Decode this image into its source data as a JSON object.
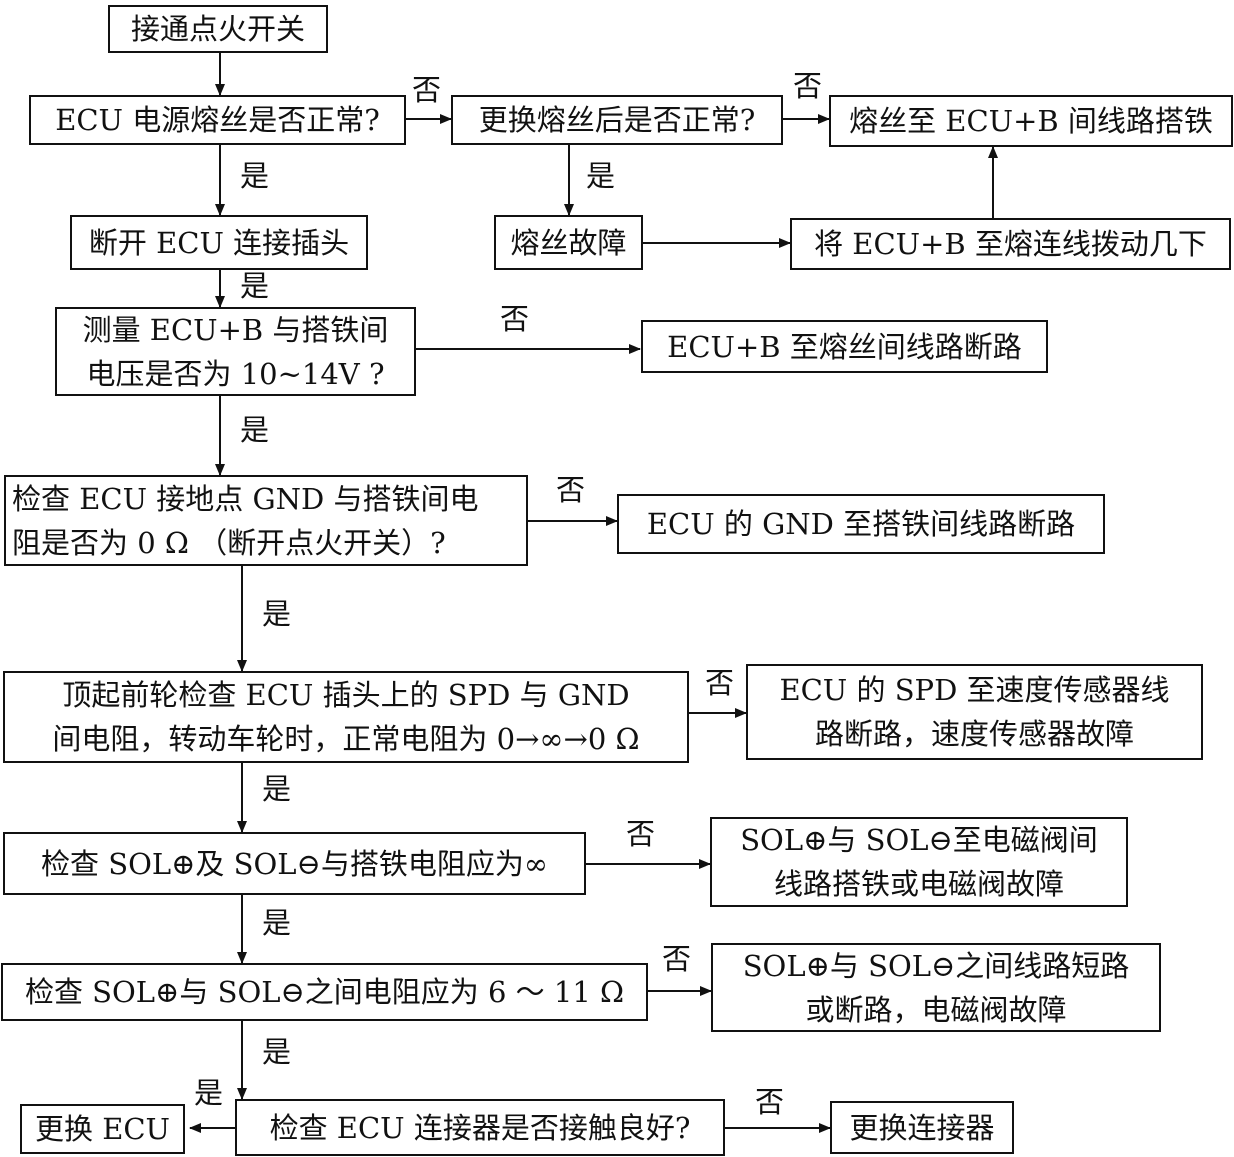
{
  "colors": {
    "stroke": "#111111",
    "background": "#ffffff"
  },
  "nodes": {
    "start": "接通点火开关",
    "fuse_check": "ECU 电源熔丝是否正常?",
    "replace_fuse_check": "更换熔丝后是否正常?",
    "fuse_to_ecu_short": "熔丝至 ECU+B 间线路搭铁",
    "disconnect_ecu": "断开 ECU 连接插头",
    "fuse_fault": "熔丝故障",
    "wiggle_wire": "将 ECU+B 至熔连线拨动几下",
    "measure_voltage": [
      "测量 ECU+B 与搭铁间",
      "电压是否为 10~14V ?"
    ],
    "ecub_open": "ECU+B 至熔丝间线路断路",
    "check_gnd": [
      "检查 ECU 接地点 GND 与搭铁间电",
      "阻是否为 0 Ω （断开点火开关）?"
    ],
    "gnd_open": "ECU 的 GND 至搭铁间线路断路",
    "check_spd": [
      "顶起前轮检查 ECU 插头上的 SPD 与 GND",
      "间电阻，转动车轮时，正常电阻为 0→∞→0 Ω"
    ],
    "spd_fault": [
      "ECU 的 SPD 至速度传感器线",
      "路断路，速度传感器故障"
    ],
    "check_sol_ground": "检查 SOL⊕及 SOL⊖与搭铁电阻应为∞",
    "sol_ground_fault": [
      "SOL⊕与 SOL⊖至电磁阀间",
      "线路搭铁或电磁阀故障"
    ],
    "check_sol_resistance": "检查 SOL⊕与 SOL⊖之间电阻应为 6 ～ 11 Ω",
    "sol_short_fault": [
      "SOL⊕与 SOL⊖之间线路短路",
      "或断路，电磁阀故障"
    ],
    "check_connector": "检查 ECU 连接器是否接触良好?",
    "replace_ecu": "更换 ECU",
    "replace_connector": "更换连接器"
  },
  "labels": {
    "yes": "是",
    "no": "否"
  }
}
